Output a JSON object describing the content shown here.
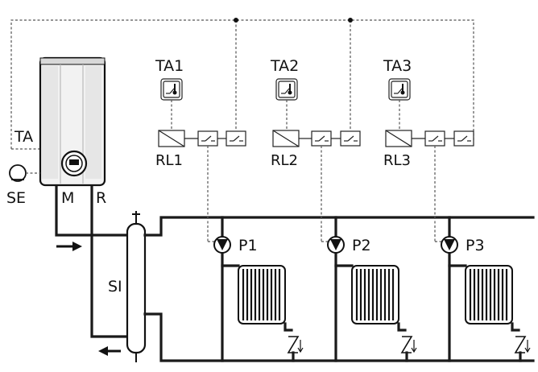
{
  "labels": {
    "boiler": "TA",
    "sensor": "SE",
    "flow": "M",
    "return": "R",
    "separator": "SI"
  },
  "zones": [
    {
      "thermostat": "TA1",
      "relay": "RL1",
      "pump": "P1"
    },
    {
      "thermostat": "TA2",
      "relay": "RL2",
      "pump": "P2"
    },
    {
      "thermostat": "TA3",
      "relay": "RL3",
      "pump": "P3"
    }
  ],
  "icons": {
    "boiler": "boiler-icon",
    "sensor": "outdoor-sensor-icon",
    "thermostat": "thermostat-icon",
    "relay": "relay-icon",
    "switch": "switch-contact-icon",
    "pump": "pump-icon",
    "radiator": "radiator-icon",
    "valve": "thermostatic-valve-icon",
    "flow_arrow": "arrow-right-icon",
    "return_arrow": "arrow-left-icon"
  }
}
